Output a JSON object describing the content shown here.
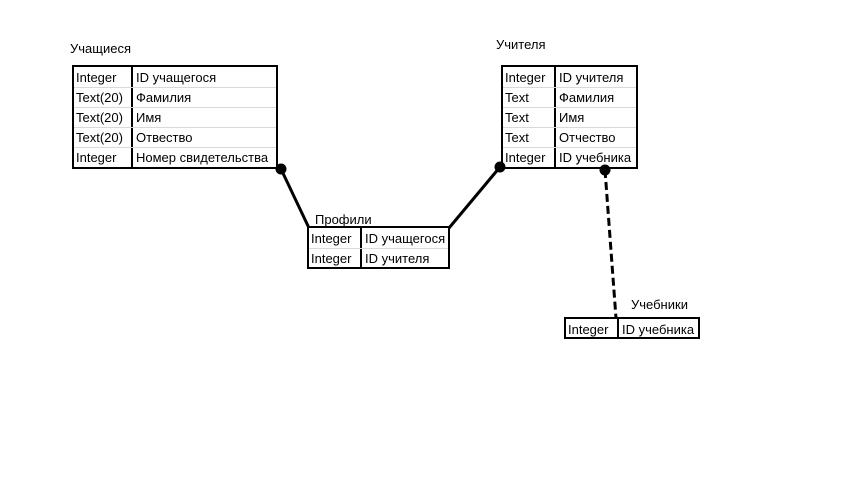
{
  "entities": {
    "students": {
      "title": "Учащиеся",
      "rows": [
        {
          "type": "Integer",
          "name": "ID учащегося"
        },
        {
          "type": "Text(20)",
          "name": "Фамилия"
        },
        {
          "type": "Text(20)",
          "name": "Имя"
        },
        {
          "type": "Text(20)",
          "name": "Отвество"
        },
        {
          "type": "Integer",
          "name": "Номер свидетельства"
        }
      ]
    },
    "teachers": {
      "title": "Учителя",
      "rows": [
        {
          "type": "Integer",
          "name": "ID учителя"
        },
        {
          "type": "Text",
          "name": "Фамилия"
        },
        {
          "type": "Text",
          "name": "Имя"
        },
        {
          "type": "Text",
          "name": "Отчество"
        },
        {
          "type": "Integer",
          "name": "ID учебника"
        }
      ]
    },
    "profiles": {
      "title": "Профили",
      "rows": [
        {
          "type": "Integer",
          "name": "ID учащегося"
        },
        {
          "type": "Integer",
          "name": "ID учителя"
        }
      ]
    },
    "textbooks": {
      "title": "Учебники",
      "rows": [
        {
          "type": "Integer",
          "name": "ID учебника"
        }
      ]
    }
  },
  "colors": {
    "line": "#000000",
    "row_divider": "#d9d9d9"
  }
}
